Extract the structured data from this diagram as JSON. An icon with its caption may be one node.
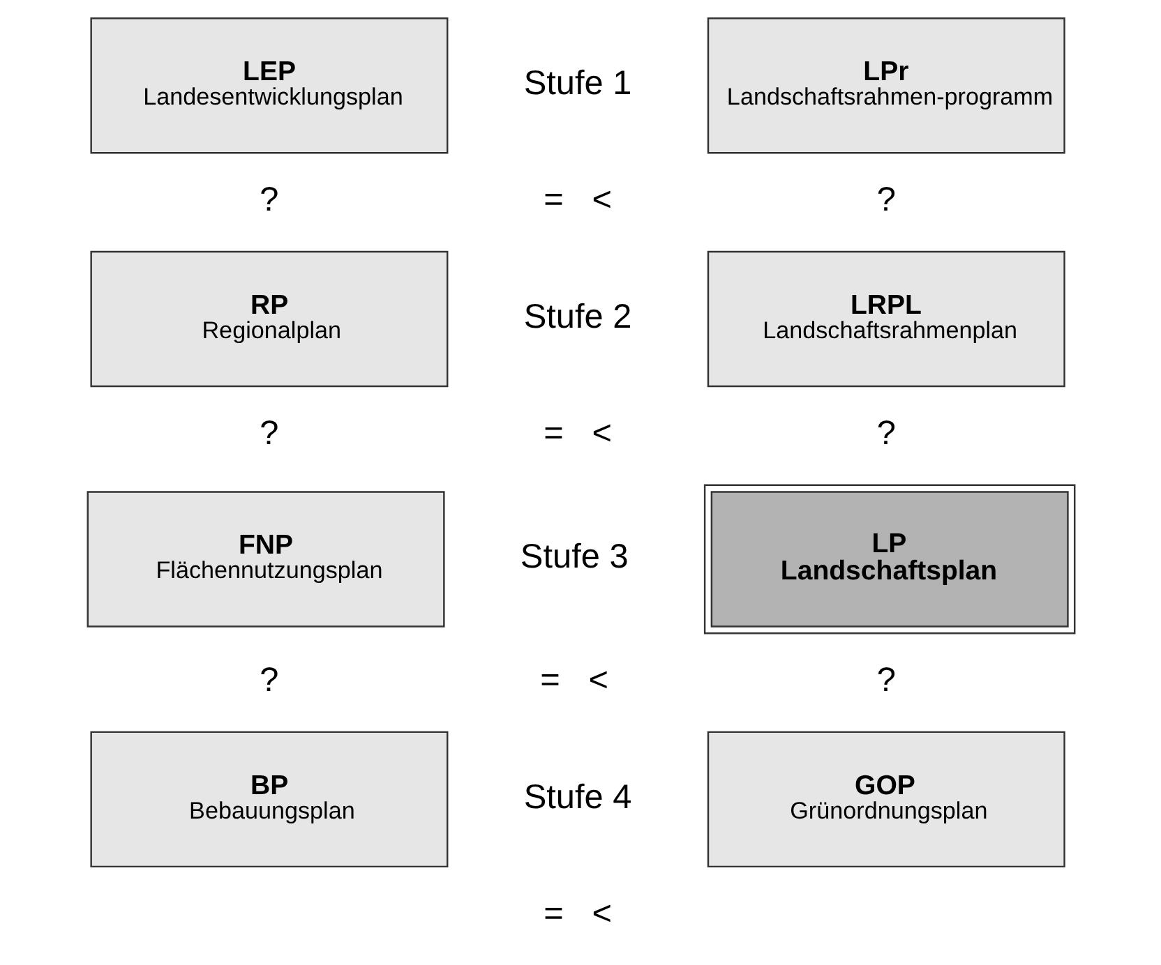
{
  "diagram": {
    "nodes": [
      {
        "text": [
          "LEP",
          "Landesentwicklungsplan"
        ]
      },
      {
        "text": [
          "LPr",
          "Landschaftsrahmen-programm"
        ]
      },
      {
        "text": [
          "RP",
          "Regionalplan"
        ]
      },
      {
        "text": [
          "LRPL",
          "Landschaftsrahmenplan"
        ]
      },
      {
        "text": [
          "FNP",
          "Flächennutzungsplan"
        ]
      },
      {
        "text": [
          "LP",
          "Landschaftsplan"
        ]
      },
      {
        "text": [
          "BP",
          "Bebauungsplan"
        ]
      },
      {
        "text": [
          "GOP",
          "Grünordnungsplan"
        ]
      }
    ],
    "labels": [
      "Stufe 1",
      "=   <",
      "?",
      "?",
      "Stufe 2",
      "=   <",
      "?",
      "?",
      "Stufe 3",
      "=   <",
      "?",
      "?",
      "Stufe 4",
      "=   <"
    ]
  }
}
